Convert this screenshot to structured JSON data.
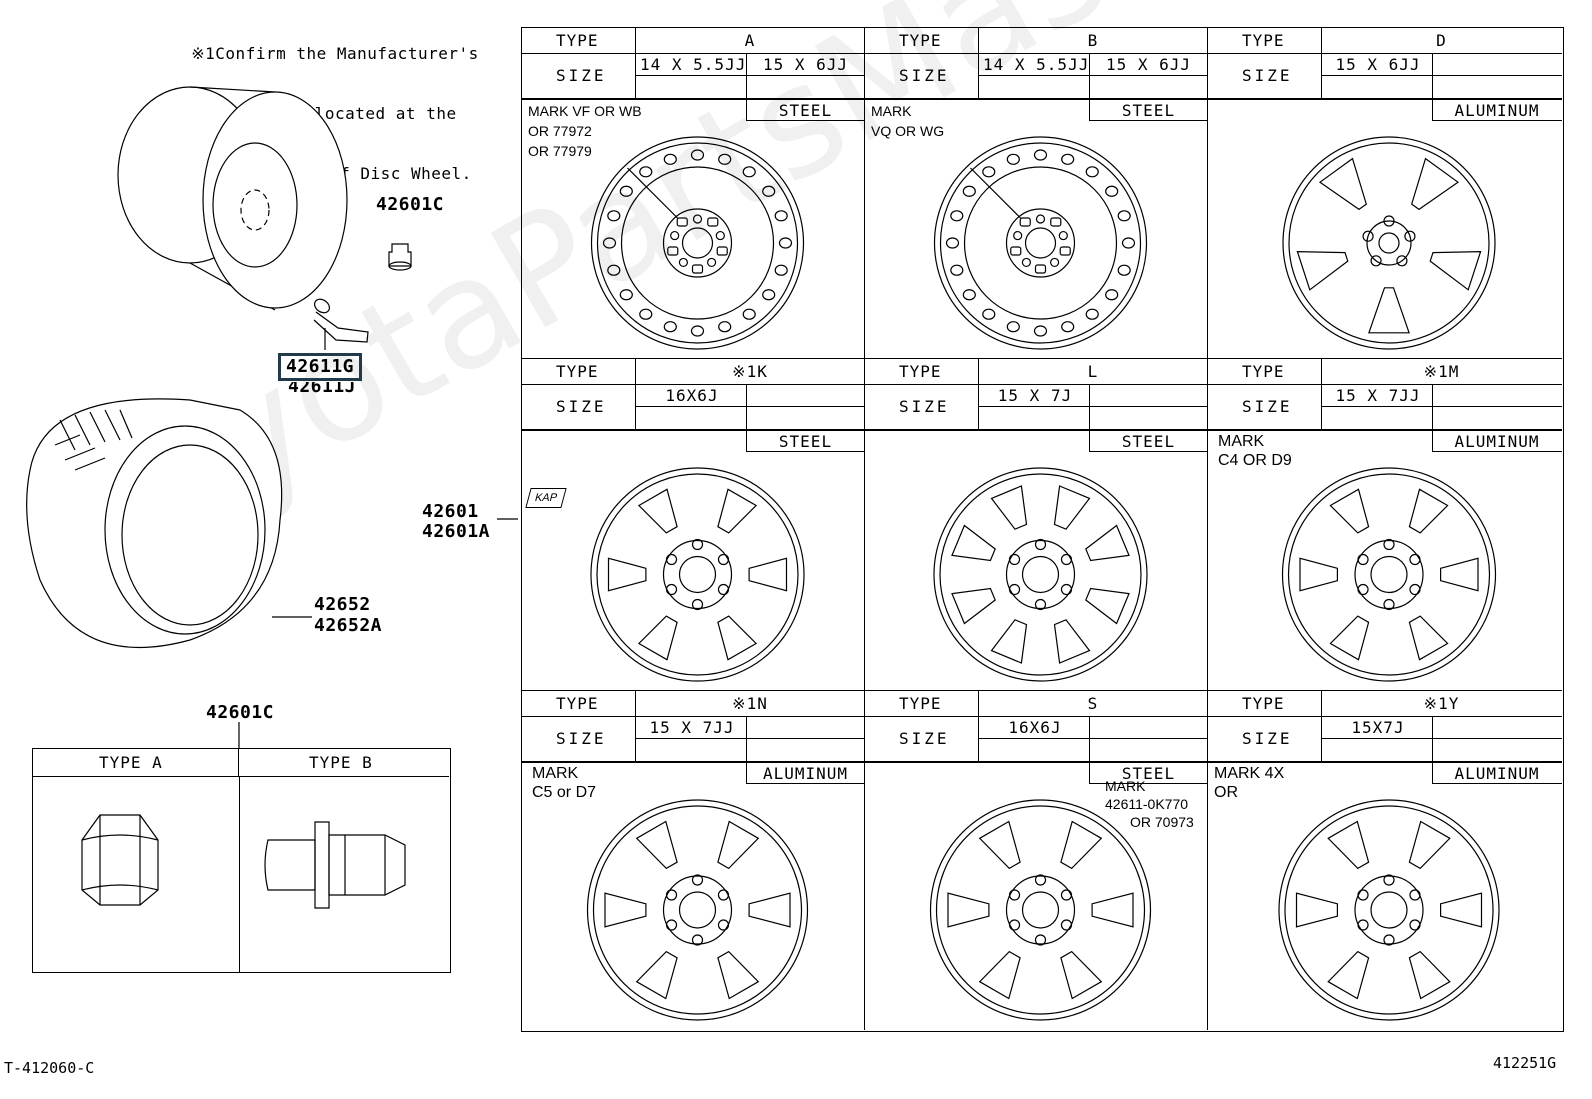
{
  "note_lines": [
    "※1Confirm the Manufacturer's",
    "Logo Mark located at the",
    "reverse side of Disc Wheel."
  ],
  "parts": {
    "cap": "42601C",
    "valve_hl": "42611G",
    "valve_2": "42611J",
    "disc_1": "42601",
    "disc_2": "42601A",
    "tire_1": "42652",
    "tire_2": "42652A",
    "nut": "42601C"
  },
  "nut_types": [
    "TYPE A",
    "TYPE B"
  ],
  "header_labels": {
    "type": "TYPE",
    "size": "SIZE"
  },
  "wheels": [
    {
      "type": "A",
      "sizes": [
        "14 X 5.5JJ",
        "15 X 6JJ"
      ],
      "material": "STEEL",
      "marks": [
        "MARK VF OR WB",
        "OR 77972",
        "OR 77979"
      ],
      "style": "steel"
    },
    {
      "type": "B",
      "sizes": [
        "14 X 5.5JJ",
        "15 X 6JJ"
      ],
      "material": "STEEL",
      "marks": [
        "MARK",
        "VQ OR WG"
      ],
      "style": "steel"
    },
    {
      "type": "D",
      "sizes": [
        "15 X 6JJ",
        ""
      ],
      "material": "ALUMINUM",
      "marks": [],
      "style": "alloy5"
    },
    {
      "type": "※1K",
      "sizes": [
        "16X6J",
        ""
      ],
      "material": "STEEL",
      "marks": [
        "KAP"
      ],
      "style": "steel6"
    },
    {
      "type": "L",
      "sizes": [
        "15 X 7J",
        ""
      ],
      "material": "STEEL",
      "marks": [],
      "style": "steel6b"
    },
    {
      "type": "※1M",
      "sizes": [
        "15 X 7JJ",
        ""
      ],
      "material": "ALUMINUM",
      "marks": [
        "MARK",
        "C4 OR D9"
      ],
      "style": "alloy6"
    },
    {
      "type": "※1N",
      "sizes": [
        "15 X 7JJ",
        ""
      ],
      "material": "ALUMINUM",
      "marks": [
        "MARK",
        "C5 or D7"
      ],
      "style": "alloy6"
    },
    {
      "type": "S",
      "sizes": [
        "16X6J",
        ""
      ],
      "material": "STEEL",
      "marks": [
        "MARK",
        "42611-0K770",
        "OR 70973"
      ],
      "style": "steel6"
    },
    {
      "type": "※1Y",
      "sizes": [
        "15X7J",
        ""
      ],
      "material": "ALUMINUM",
      "marks": [
        "MARK 4X",
        "OR"
      ],
      "style": "alloy6"
    }
  ],
  "footer_left": "T-412060-C",
  "footer_right": "412251G",
  "watermark": "ToyotaPartsMaster"
}
